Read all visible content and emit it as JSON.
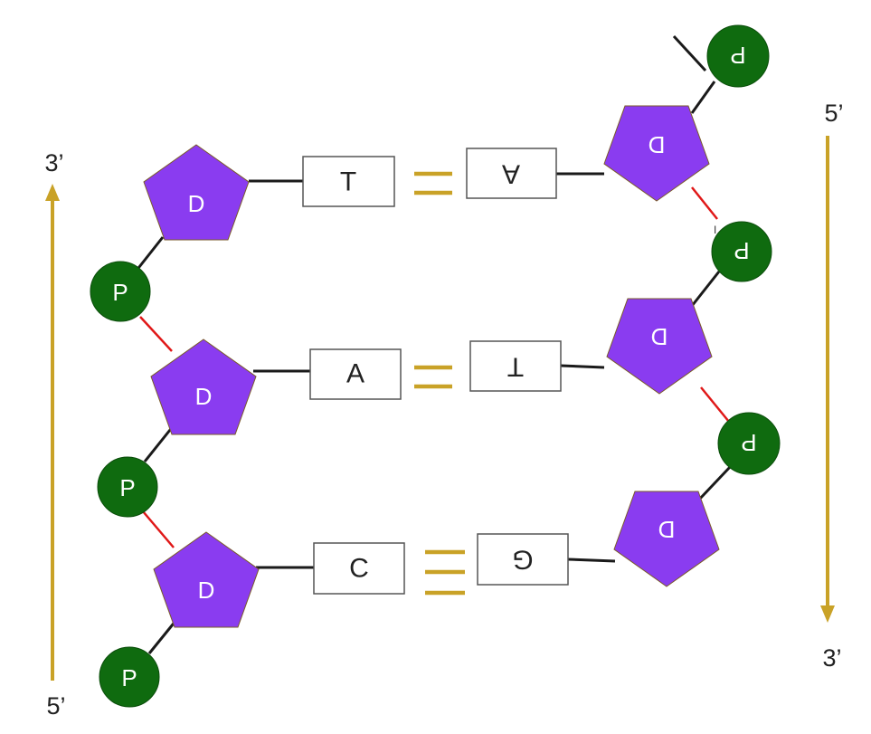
{
  "colors": {
    "sugar": "#8a3cf0",
    "phosphate": "#0f6b0f",
    "arrow": "#c9a227",
    "backbone_bond": "#1a1a1a",
    "phosphodiester_bond": "#e01818",
    "hydrogen_bond": "#c9a227"
  },
  "labels": {
    "sugar": "D",
    "phosphate": "P"
  },
  "left_strand": {
    "top_end": "3’",
    "bottom_end": "5’",
    "bases": [
      "T",
      "A",
      "C"
    ]
  },
  "right_strand": {
    "top_end": "5’",
    "bottom_end": "3’",
    "bases": [
      "A",
      "T",
      "G"
    ]
  },
  "hydrogen_bonds": [
    2,
    2,
    3
  ]
}
